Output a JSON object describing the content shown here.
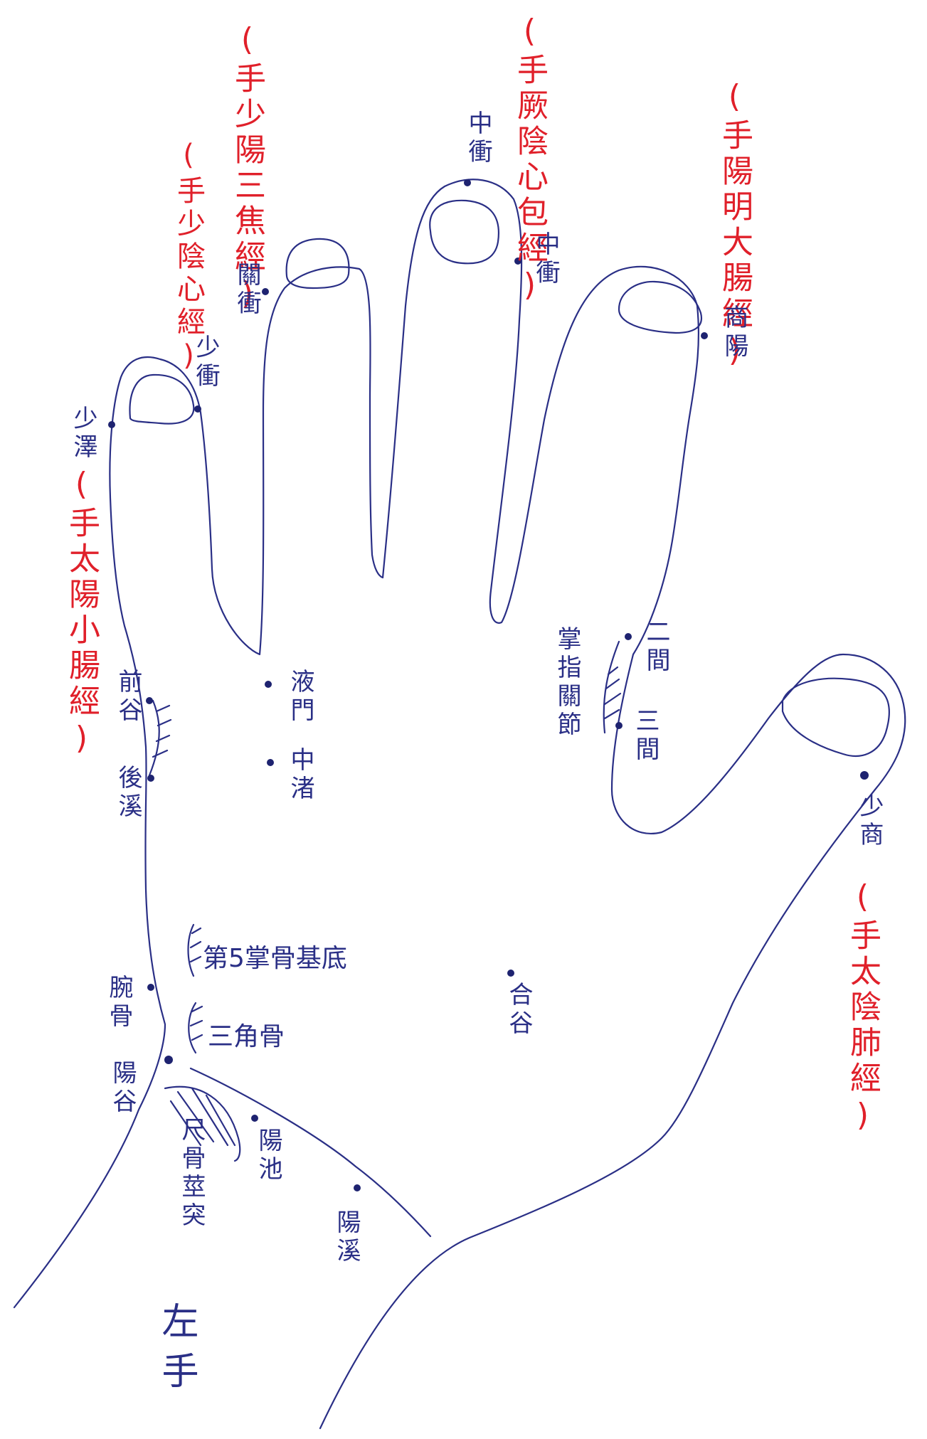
{
  "colors": {
    "ink": "#2a2f86",
    "meridian": "#e0202a",
    "dot": "#1e2370"
  },
  "meridians": {
    "small_intestine": "(手太陽小腸經)",
    "triple_burner": "(手少陽三焦經)",
    "heart": "(手少陰心經)",
    "pericardium": "(手厥陰心包經)",
    "large_intestine": "(手陽明大腸經)",
    "lung": "(手太陰肺經)"
  },
  "points": {
    "shaoze": "少澤",
    "shaochong": "少衝",
    "guanchong": "關衝",
    "zhongchong_top": "中衝",
    "zhongchong_side": "中衝",
    "shangyang": "商陽",
    "erjian": "二間",
    "sanjian": "三間",
    "shaoshang": "少商",
    "qiangu": "前谷",
    "houxi": "後溪",
    "yemen": "液門",
    "zhongzhu": "中渚",
    "hegu": "合谷",
    "wangu": "腕骨",
    "yanggu": "陽谷",
    "yangchi": "陽池",
    "yangxi": "陽溪"
  },
  "anatomy": {
    "metacarpal_joint": "掌指關節",
    "fifth_metacarpal_base": "第5掌骨基底",
    "triangular_bone": "三角骨",
    "ulna_styloid": "尺骨莖突"
  },
  "side_label": "左手"
}
